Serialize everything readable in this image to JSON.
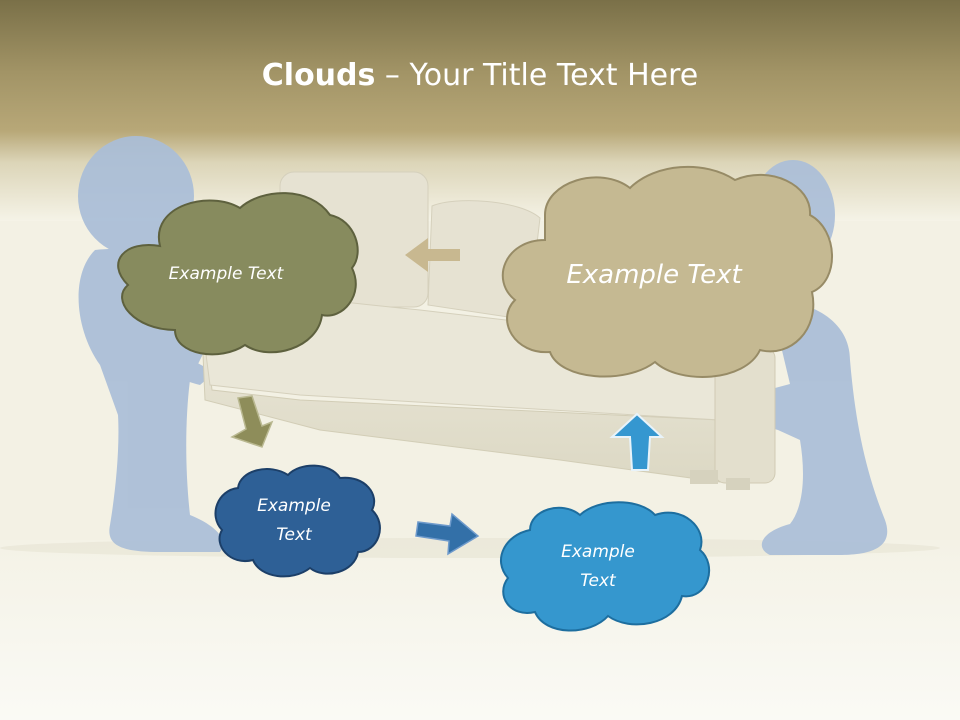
{
  "title": {
    "bold": "Clouds",
    "dash": " – ",
    "rest": "Your Title Text Here"
  },
  "clouds": {
    "olive": {
      "text": "Example Text",
      "color": "#878B5E"
    },
    "tan": {
      "text": "Example Text",
      "color": "#C5B992"
    },
    "navy": {
      "line1": "Example",
      "line2": "Text",
      "color": "#2E6096"
    },
    "sky": {
      "line1": "Example",
      "line2": "Text",
      "color": "#3597CE"
    }
  },
  "arrows": {
    "left": {
      "color": "#C6B58C"
    },
    "down": {
      "color": "#8E8D5A"
    },
    "right": {
      "color": "#3370A8"
    },
    "up": {
      "color": "#3597D0"
    }
  },
  "colors": {
    "header_top": "#7C7249",
    "header_bottom": "#B5A574",
    "background": "#F4F2E6",
    "figure": "#A9BDD8",
    "sofa": "#E4E1D2"
  }
}
